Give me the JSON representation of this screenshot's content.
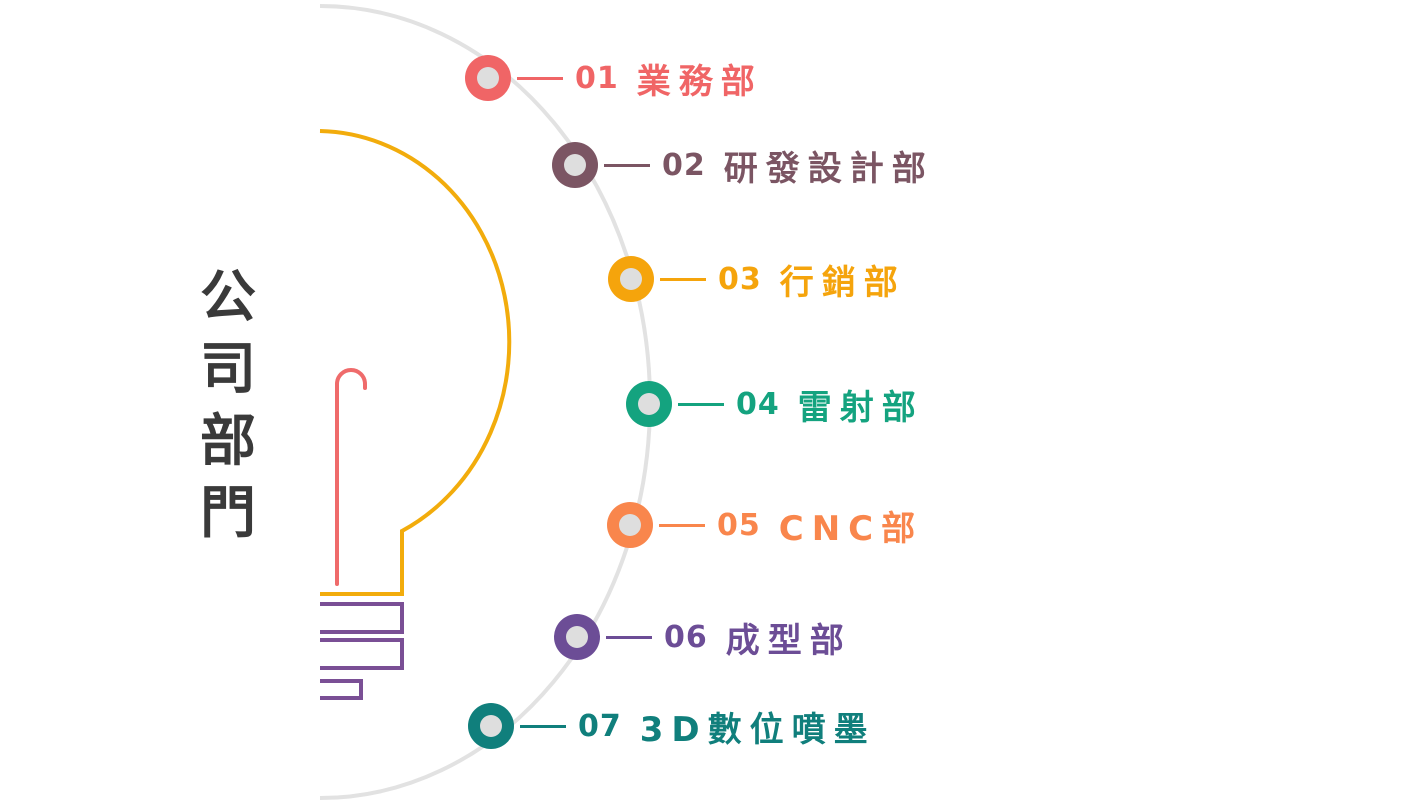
{
  "title_chars": [
    "公",
    "司",
    "部",
    "門"
  ],
  "colors": {
    "arc": "#e2e2e2",
    "bulb": "#f2ac0c",
    "filament": "#ef6b6b",
    "base": "#7a4f95",
    "title": "#3a3a3a"
  },
  "departments": [
    {
      "num": "01",
      "name": "業務部",
      "color": "#f06566"
    },
    {
      "num": "02",
      "name": "研發設計部",
      "color": "#7b5563"
    },
    {
      "num": "03",
      "name": "行銷部",
      "color": "#f5a40c"
    },
    {
      "num": "04",
      "name": "雷射部",
      "color": "#14a37f"
    },
    {
      "num": "05",
      "name": "CNC部",
      "color": "#f9864c"
    },
    {
      "num": "06",
      "name": "成型部",
      "color": "#6c4d96"
    },
    {
      "num": "07",
      "name": "3D數位噴墨",
      "color": "#107f7c"
    }
  ]
}
